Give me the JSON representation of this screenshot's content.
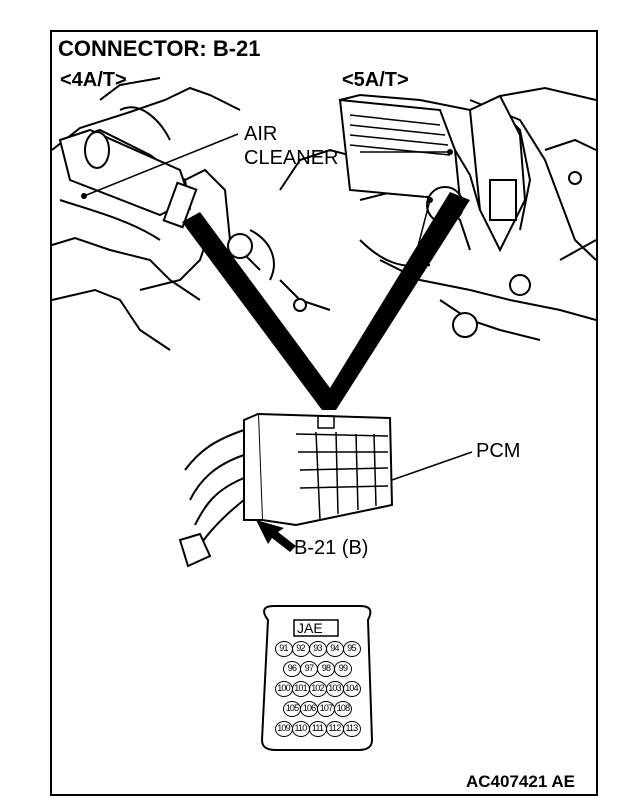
{
  "title": "CONNECTOR: B-21",
  "variant_4at": "<4A/T>",
  "variant_5at": "<5A/T>",
  "air_cleaner_line1": "AIR",
  "air_cleaner_line2": "CLEANER",
  "pcm_label": "PCM",
  "connector_label": "B-21 (B)",
  "connector_maker": "JAE",
  "pins": {
    "row1": [
      "91",
      "92",
      "93",
      "94",
      "95"
    ],
    "row2": [
      "96",
      "97",
      "98",
      "99"
    ],
    "row3": [
      "100",
      "101",
      "102",
      "103",
      "104"
    ],
    "row4": [
      "105",
      "106",
      "107",
      "108"
    ],
    "row5": [
      "109",
      "110",
      "111",
      "112",
      "113"
    ]
  },
  "figure_code": "AC407421 AE"
}
